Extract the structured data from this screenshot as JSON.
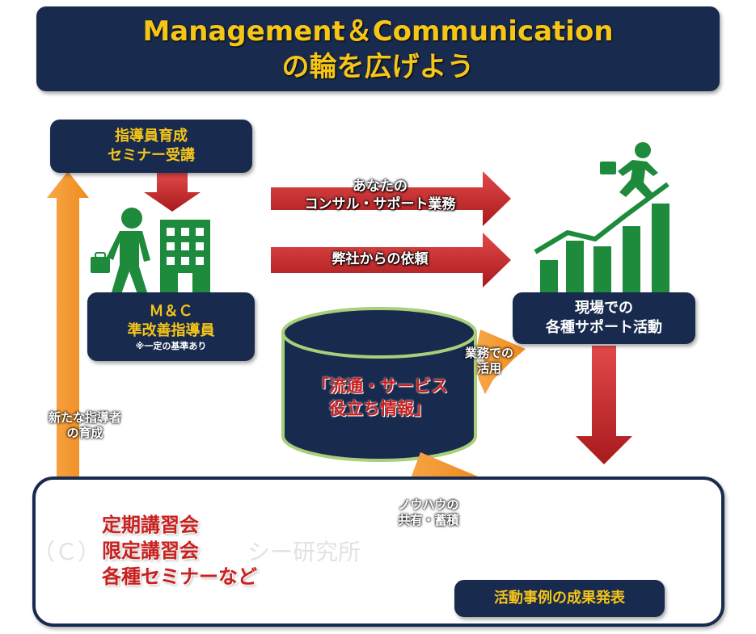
{
  "title": {
    "line1": "Management＆Communication",
    "line2": "の輪を広げよう"
  },
  "seminar": {
    "line1": "指導員育成",
    "line2": "セミナー受講"
  },
  "instructor": {
    "line1": "Ｍ＆Ｃ",
    "line2": "準改善指導員",
    "note": "※一定の基準あり"
  },
  "arrows": {
    "consulting_line1": "あなたの",
    "consulting_line2": "コンサル・サポート業務",
    "request": "弊社からの依頼",
    "use_line1": "業務での",
    "use_line2": "活用",
    "knowhow_line1": "ノウハウの",
    "knowhow_line2": "共有・蓄積",
    "new_leader_line1": "新たな指導者",
    "new_leader_line2": "の育成"
  },
  "field": {
    "line1": "現場での",
    "line2": "各種サポート活動"
  },
  "database": {
    "line1": "「流通・サービス",
    "line2": "役立ち情報」"
  },
  "courses": [
    "定期講習会",
    "限定講習会",
    "各種セミナーなど"
  ],
  "report": "活動事例の成果発表",
  "watermark": "（Ｃ）　　　　　　　シー研究所",
  "colors": {
    "navy": "#182b4e",
    "yellow": "#f5c518",
    "red": "#c8201e",
    "green": "#1e8a3c",
    "orange": "#f39226"
  },
  "icons": [
    "businessman-walking-icon",
    "office-building-icon",
    "rising-bar-chart-icon",
    "running-businessman-icon",
    "presenter-with-pointer-icon",
    "database-cylinder-icon"
  ]
}
